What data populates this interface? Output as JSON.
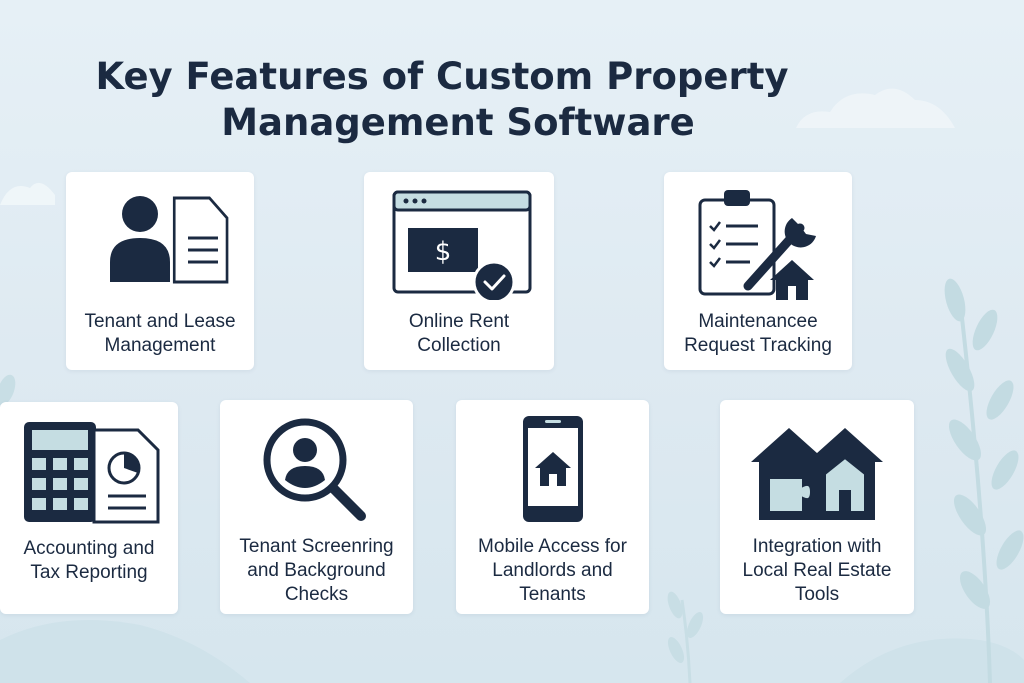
{
  "header": {
    "title_line1": "Key Features of Custom Property",
    "title_line2": "Management Software"
  },
  "colors": {
    "navy": "#1b2a41",
    "accent_light": "#c5dde2",
    "background": "#e3eef5",
    "card": "#ffffff"
  },
  "features": [
    {
      "icon": "tenant-lease-icon",
      "label_lines": [
        "Tenant and Lease",
        "Management"
      ]
    },
    {
      "icon": "online-rent-icon",
      "label_lines": [
        "Online Rent",
        "Collection"
      ]
    },
    {
      "icon": "maintenance-icon",
      "label_lines": [
        "Maintenancee",
        "Request Tracking"
      ]
    },
    {
      "icon": "accounting-icon",
      "label_lines": [
        "Accounting and",
        "Tax Reporting"
      ]
    },
    {
      "icon": "tenant-screening-icon",
      "label_lines": [
        "Tenant Screenring",
        "and Background",
        "Checks"
      ]
    },
    {
      "icon": "mobile-access-icon",
      "label_lines": [
        "Mobile Access for",
        "Landlords and",
        "Tenants"
      ]
    },
    {
      "icon": "integration-icon",
      "label_lines": [
        "Integration with",
        "Local Real Estate",
        "Tools"
      ]
    }
  ]
}
